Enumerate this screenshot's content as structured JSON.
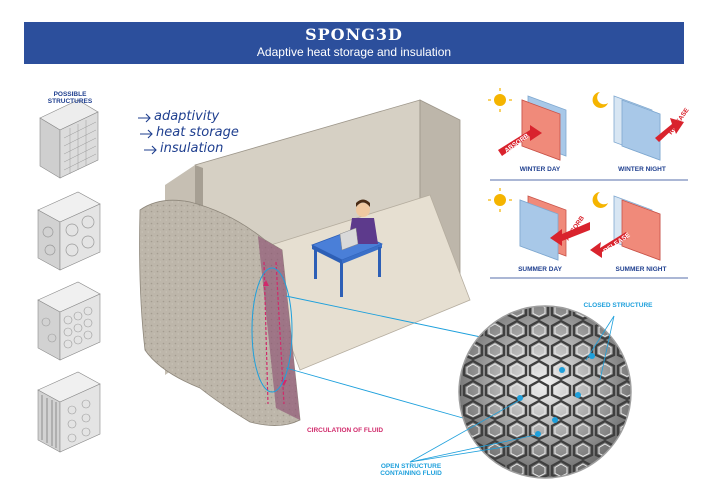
{
  "header": {
    "title": "SPONG3D",
    "subtitle": "Adaptive heat storage and insulation"
  },
  "structures": {
    "heading": "POSSIBLE STRUCTURES"
  },
  "features": [
    "adaptivity",
    "heat storage",
    "insulation"
  ],
  "panels": [
    {
      "caption": "WINTER DAY",
      "arrow": "ABSORB",
      "sky": "sun-icon"
    },
    {
      "caption": "WINTER NIGHT",
      "arrow": "RELEASE",
      "sky": "moon-icon"
    },
    {
      "caption": "SUMMER DAY",
      "arrow": "ABSORB",
      "sky": "sun-icon"
    },
    {
      "caption": "SUMMER NIGHT",
      "arrow": "RELEASE",
      "sky": "moon-icon"
    }
  ],
  "callouts": {
    "circulation": "CIRCULATION OF FLUID",
    "closed": "CLOSED STRUCTURE",
    "open": "OPEN STRUCTURE CONTAINING FLUID"
  },
  "colors": {
    "banner": "#2c4f9c",
    "accent_red": "#d9232d",
    "accent_blue": "#1ea0dc",
    "callout_pink": "#d12a6b"
  }
}
